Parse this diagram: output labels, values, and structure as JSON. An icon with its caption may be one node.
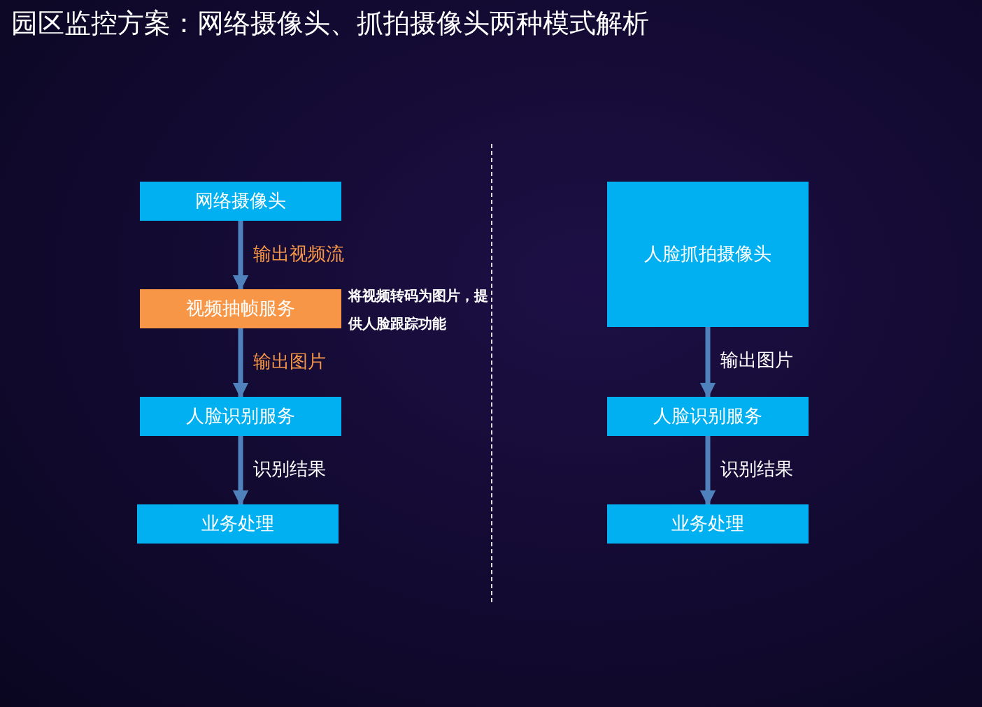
{
  "diagram": {
    "title": "园区监控方案：网络摄像头、抓拍摄像头两种模式解析",
    "nodes": [
      {
        "text": [
          "网络摄像头"
        ]
      },
      {
        "text": [
          "视频抽帧服务"
        ],
        "beside": [
          "将视频转码为图片，提供人脸跟踪功能"
        ]
      },
      {
        "text": [
          "人脸识别服务"
        ]
      },
      {
        "text": [
          "业务处理"
        ]
      },
      {
        "text": [
          "人脸抓拍摄像头"
        ]
      },
      {
        "text": [
          "人脸识别服务"
        ]
      },
      {
        "text": [
          "业务处理"
        ]
      }
    ],
    "edges": [
      {
        "from": 0,
        "to": 1,
        "arrow": "to",
        "label": "输出视频流"
      },
      {
        "from": 1,
        "to": 2,
        "arrow": "to",
        "label": "输出图片"
      },
      {
        "from": 2,
        "to": 3,
        "arrow": "to",
        "label": "识别结果"
      },
      {
        "from": 4,
        "to": 5,
        "arrow": "to",
        "label": "输出图片"
      },
      {
        "from": 5,
        "to": 6,
        "arrow": "to",
        "label": "识别结果"
      }
    ]
  }
}
